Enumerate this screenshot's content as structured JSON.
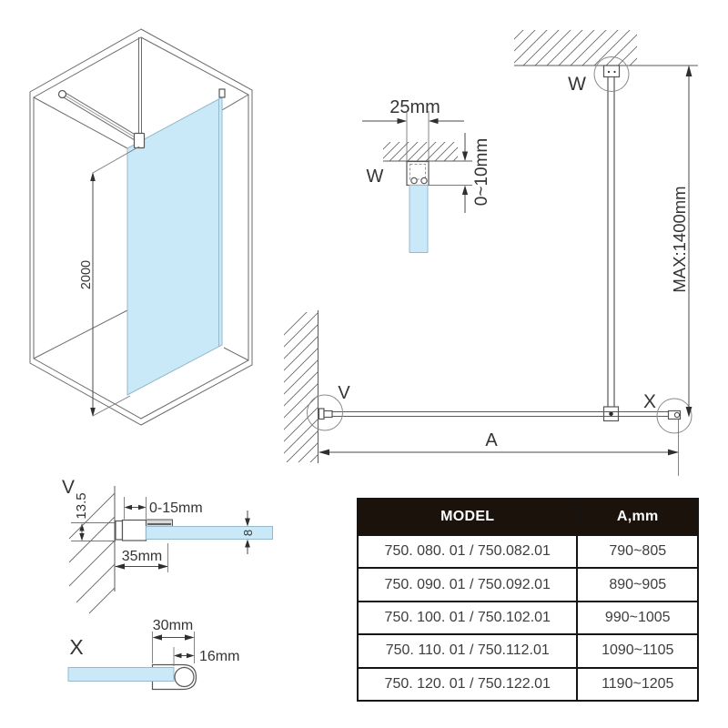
{
  "colors": {
    "glass": "#c9e9f8",
    "line": "#58595b",
    "dimension": "#4a4a4c",
    "text": "#343436",
    "table_header_bg": "#1b120b",
    "table_header_text": "#ffffff",
    "table_text": "#3d3d3d",
    "table_border": "#141414"
  },
  "iso": {
    "height_label": "2000"
  },
  "detail_w": {
    "label": "W",
    "width_label": "25mm",
    "gap_label": "0~10mm"
  },
  "main": {
    "ceiling_label": "W",
    "wall_label": "V",
    "end_label": "X",
    "max_height_label": "MAX:1400mm",
    "width_label": "A"
  },
  "detail_v": {
    "label": "V",
    "depth_label": "13.5",
    "adjust_label": "0-15mm",
    "profile_label": "35mm",
    "glass_label": "8"
  },
  "detail_x": {
    "label": "X",
    "width_label": "30mm",
    "knob_label": "16mm"
  },
  "table": {
    "columns": [
      "MODEL",
      "A,mm"
    ],
    "rows": [
      {
        "model": "750. 080. 01 / 750.082.01",
        "a": "790~805"
      },
      {
        "model": "750. 090. 01 / 750.092.01",
        "a": "890~905"
      },
      {
        "model": "750. 100. 01 / 750.102.01",
        "a": "990~1005"
      },
      {
        "model": "750. 110. 01 / 750.112.01",
        "a": "1090~1105"
      },
      {
        "model": "750. 120. 01 / 750.122.01",
        "a": "1190~1205"
      }
    ]
  }
}
